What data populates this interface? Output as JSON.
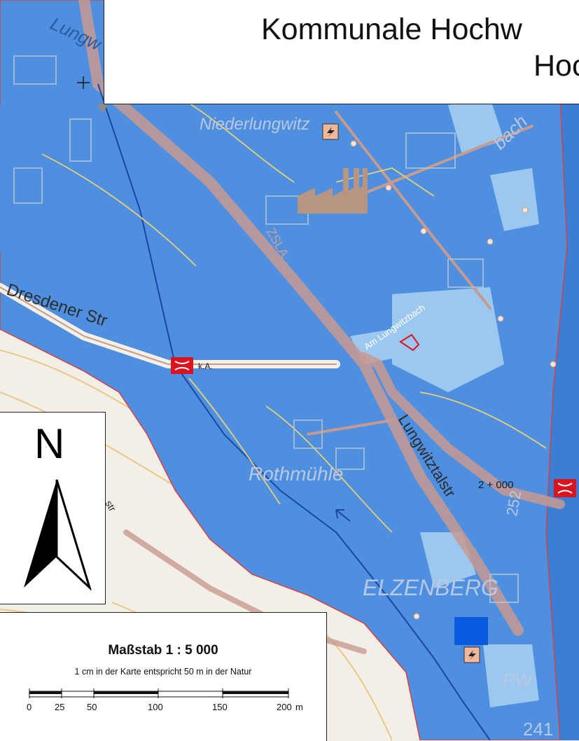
{
  "title": {
    "line1": "Kommunale Hochw",
    "line2": "Hoc"
  },
  "streets": {
    "lungwitzstr_top": "Lungw",
    "lungwitzstr_mid": "itzstr",
    "dresdener": "Dresdener Str",
    "lungwitztalstr": "Lungwitztalstr",
    "am_lungwitzbach": "Am Lungwitzbach",
    "lower_str": "str"
  },
  "places": {
    "niederlungwitz": "Niederlungwitz",
    "rothmuehle": "Rothmühle",
    "elzenberg": "ELZENBERG",
    "pw": "PW",
    "bach": "bach",
    "zsla": "ZSLA"
  },
  "markers": {
    "ka_label": "k.A.",
    "station_label": "2 + 000",
    "contour_252": "252",
    "contour_241": "241"
  },
  "north_arrow": {
    "letter": "N"
  },
  "scale": {
    "title": "Maßstab 1 : 5 000",
    "subtitle": "1 cm in der Karte entspricht 50 m in der Natur",
    "ticks": [
      "0",
      "25",
      "50",
      "100",
      "150",
      "200"
    ],
    "unit": "m"
  },
  "colors": {
    "flood_water": "#4f8fe0",
    "flood_light": "#9cc8f0",
    "road": "#c79a90",
    "marker_red": "#d9141e",
    "blue_square": "#0a5ae0"
  }
}
